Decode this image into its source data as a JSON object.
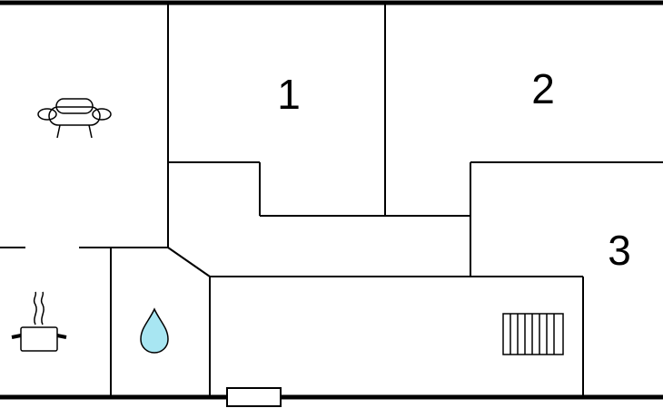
{
  "rooms": [
    {
      "id": "room-1",
      "label": "1"
    },
    {
      "id": "room-2",
      "label": "2"
    },
    {
      "id": "room-3",
      "label": "3"
    }
  ],
  "icons": {
    "living_room": "sofa-icon",
    "kitchen": "cooking-pot-icon",
    "bathroom": "water-drop-icon",
    "utility": "radiator-icon",
    "entrance": "door-icon"
  },
  "colors": {
    "wall": "#000000",
    "background": "#ffffff",
    "water_drop": "#a8e6f2"
  }
}
